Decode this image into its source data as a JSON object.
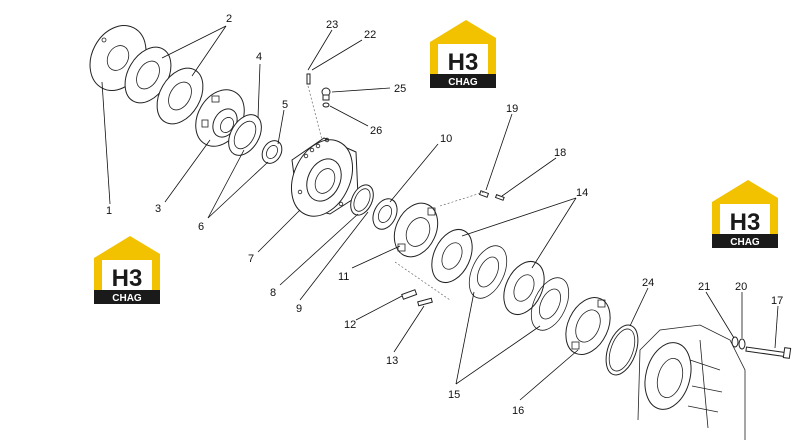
{
  "callouts": [
    "1",
    "2",
    "3",
    "4",
    "5",
    "6",
    "7",
    "8",
    "9",
    "10",
    "11",
    "12",
    "13",
    "14",
    "15",
    "16",
    "17",
    "18",
    "19",
    "20",
    "21",
    "22",
    "23",
    "24",
    "25",
    "26"
  ],
  "watermarks": [
    {
      "letters": "H3",
      "word": "CHAG"
    },
    {
      "letters": "H3",
      "word": "CHAG"
    },
    {
      "letters": "H3",
      "word": "CHAG"
    }
  ],
  "colors": {
    "logo_yellow": "#f2c200",
    "logo_dark": "#1a1a1a",
    "line": "#111111"
  }
}
